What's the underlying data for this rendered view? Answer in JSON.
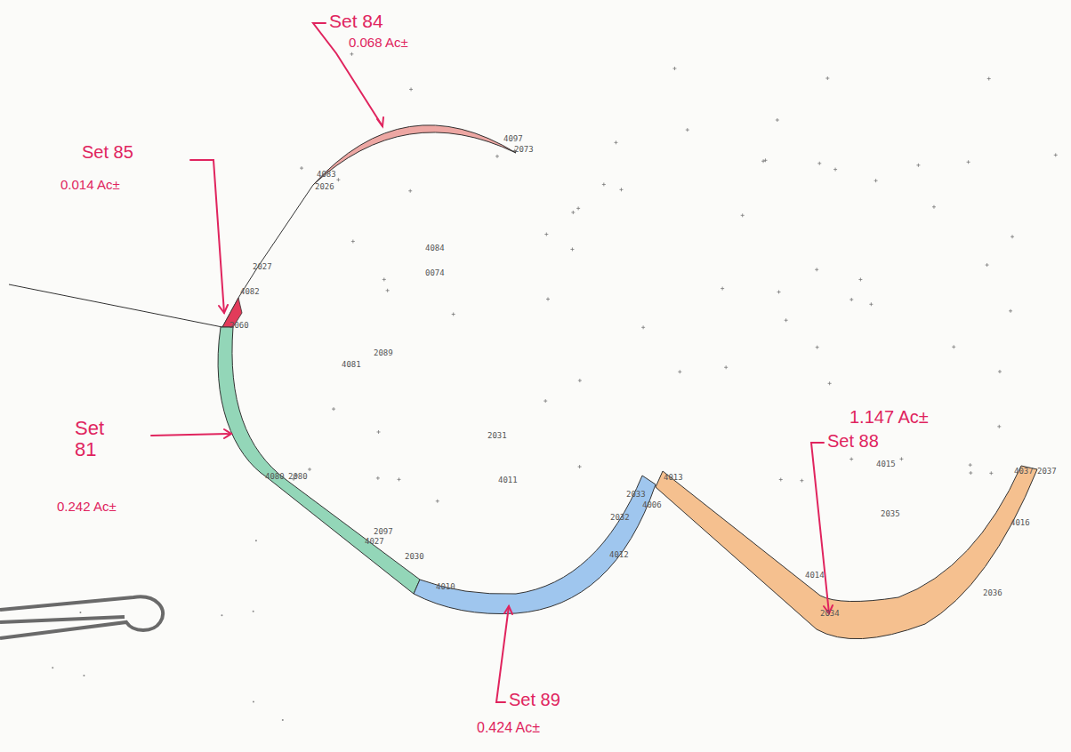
{
  "diagram": {
    "labels": [
      "Set 84",
      "0.068 Ac±",
      "Set 85",
      "0.014 Ac±",
      "Set 81",
      "0.242 Ac±",
      "1.147 Ac±",
      "Set 88",
      "Set 89",
      "0.424 Ac±",
      "4097",
      "2073",
      "4083",
      "2026",
      "2027",
      "4082",
      "2060",
      "4084",
      "0074",
      "2089",
      "4081",
      "2031",
      "4011",
      "4080",
      "2080",
      "2097",
      "4027",
      "2030",
      "4010",
      "4012",
      "2033",
      "4006",
      "2032",
      "4013",
      "4015",
      "2035",
      "4014",
      "2034",
      "2036",
      "4016",
      "4037",
      "2037"
    ]
  }
}
